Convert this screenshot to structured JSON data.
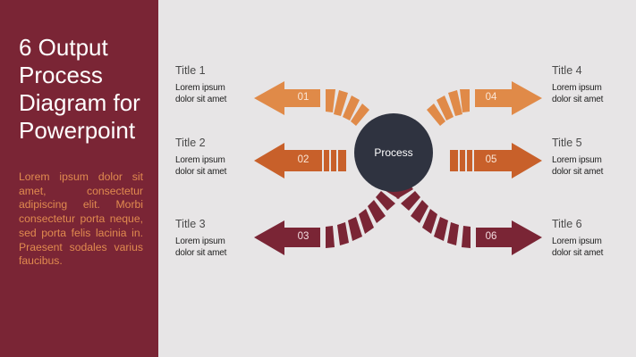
{
  "slide": {
    "title": "6 Output Process Diagram for Powerpoint",
    "description": "Lorem ipsum dolor sit amet, consectetur adipiscing elit. Morbi consectetur porta neque, sed porta felis lacinia in. Praesent sodales varius faucibus."
  },
  "colors": {
    "panel": "#7a2535",
    "background": "#e7e5e6",
    "hub": "#2f3340",
    "orange_light": "#e08a48",
    "orange_dark": "#c8602a",
    "maroon": "#7a2535"
  },
  "hub": {
    "label": "Process"
  },
  "outputs": [
    {
      "number": "01",
      "title": "Title 1",
      "text_line1": "Lorem ipsum",
      "text_line2": "dolor sit amet"
    },
    {
      "number": "02",
      "title": "Title 2",
      "text_line1": "Lorem ipsum",
      "text_line2": "dolor sit amet"
    },
    {
      "number": "03",
      "title": "Title 3",
      "text_line1": "Lorem ipsum",
      "text_line2": "dolor sit amet"
    },
    {
      "number": "04",
      "title": "Title 4",
      "text_line1": "Lorem ipsum",
      "text_line2": "dolor sit amet"
    },
    {
      "number": "05",
      "title": "Title 5",
      "text_line1": "Lorem ipsum",
      "text_line2": "dolor sit amet"
    },
    {
      "number": "06",
      "title": "Title 6",
      "text_line1": "Lorem ipsum",
      "text_line2": "dolor sit amet"
    }
  ]
}
